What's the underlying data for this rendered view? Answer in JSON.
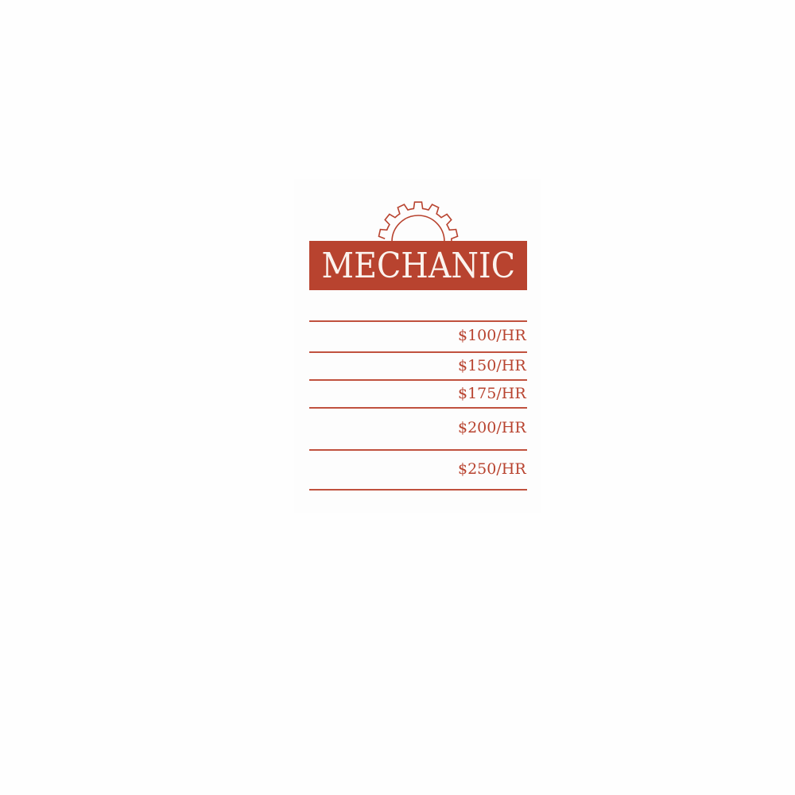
{
  "title": "MECHANIC",
  "accent_color": "#b8432f",
  "gear_icon": "gear-icon",
  "prices": [
    "$100/HR",
    "$150/HR",
    "$175/HR",
    "$200/HR",
    "$250/HR"
  ]
}
